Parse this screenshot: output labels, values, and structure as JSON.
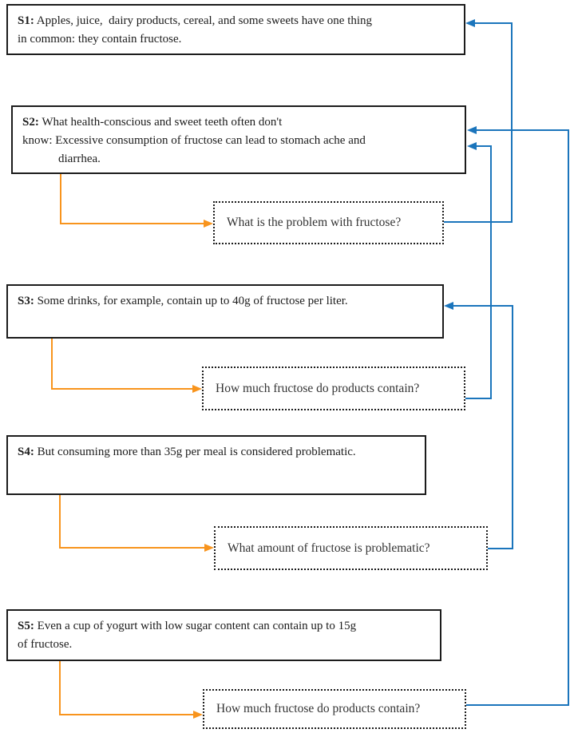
{
  "colors": {
    "link_blue": "#1b75bc",
    "link_orange": "#f8941d",
    "text_black": "#1c1c1c"
  },
  "sentences": [
    {
      "id": "s1",
      "label": "S1:",
      "lines": [
        " Apples, juice,  dairy products, cereal, and some sweets have one thing",
        "in common: they contain fructose."
      ]
    },
    {
      "id": "s2",
      "label": "S2:",
      "lines": [
        " What health-conscious and sweet teeth often don't",
        "know: Excessive consumption of fructose can lead to stomach ache and",
        "            diarrhea."
      ]
    },
    {
      "id": "s3",
      "label": "S3:",
      "lines": [
        " Some drinks, for example, contain up to 40g of fructose per liter."
      ]
    },
    {
      "id": "s4",
      "label": "S4:",
      "lines": [
        " But consuming more than 35g per meal is considered problematic."
      ]
    },
    {
      "id": "s5",
      "label": "S5:",
      "lines": [
        " Even a cup of yogurt with low sugar content can contain up to 15g",
        "of fructose."
      ]
    }
  ],
  "questions": [
    {
      "id": "q1",
      "text": "What is the problem with fructose?"
    },
    {
      "id": "q2",
      "text": "How much fructose do products contain?"
    },
    {
      "id": "q3",
      "text": "What amount of fructose is problematic?"
    },
    {
      "id": "q4",
      "text": "How much fructose do products contain?"
    }
  ],
  "links": {
    "question_to_sentence_blue": [
      {
        "from": "q1",
        "to": "s1"
      },
      {
        "from": "q2",
        "to": "s2"
      },
      {
        "from": "q3",
        "to": "s3"
      },
      {
        "from": "q4",
        "to": "s2"
      }
    ],
    "sentence_to_question_orange": [
      {
        "from": "s2",
        "to": "q1"
      },
      {
        "from": "s3",
        "to": "q2"
      },
      {
        "from": "s4",
        "to": "q3"
      },
      {
        "from": "s5",
        "to": "q4"
      }
    ]
  }
}
